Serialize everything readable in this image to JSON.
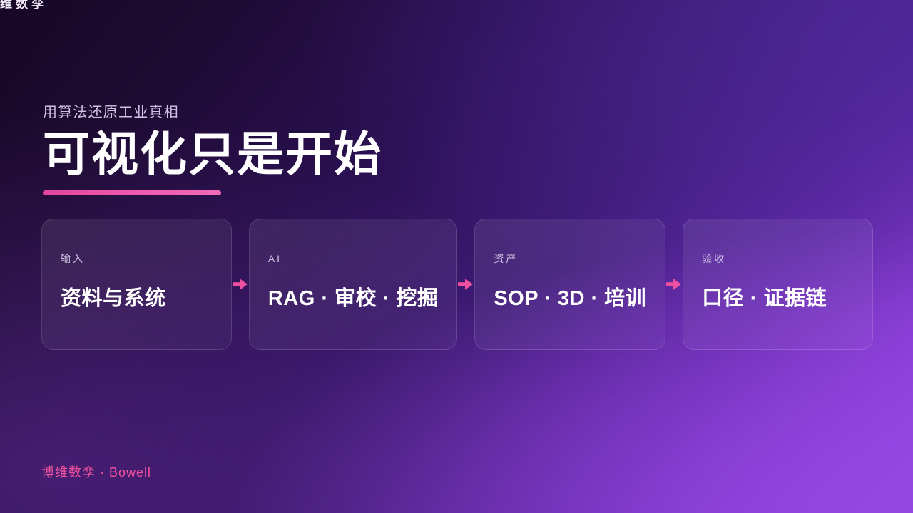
{
  "brand": {
    "top_mark": "博维数孪",
    "footer": "博维数孪 · Bowell"
  },
  "headline": {
    "eyebrow": "用算法还原工业真相",
    "title": "可视化只是开始",
    "accent_color": "#ef5bb0"
  },
  "pipeline": {
    "arrow_icon": "arrow-right-icon",
    "arrow_color": "#ef4f9f",
    "steps": [
      {
        "label": "输入",
        "title": "资料与系统"
      },
      {
        "label": "AI",
        "title": "RAG · 审校 · 挖掘"
      },
      {
        "label": "资产",
        "title": "SOP · 3D · 培训"
      },
      {
        "label": "验收",
        "title": "口径 · 证据链"
      }
    ]
  },
  "theme": {
    "bg_dark": "#170726",
    "bg_mid": "#401b79",
    "bg_bright": "#9a49e6",
    "text_primary": "#ffffff",
    "text_muted": "#cfc3e6",
    "pink": "#f0529f"
  }
}
